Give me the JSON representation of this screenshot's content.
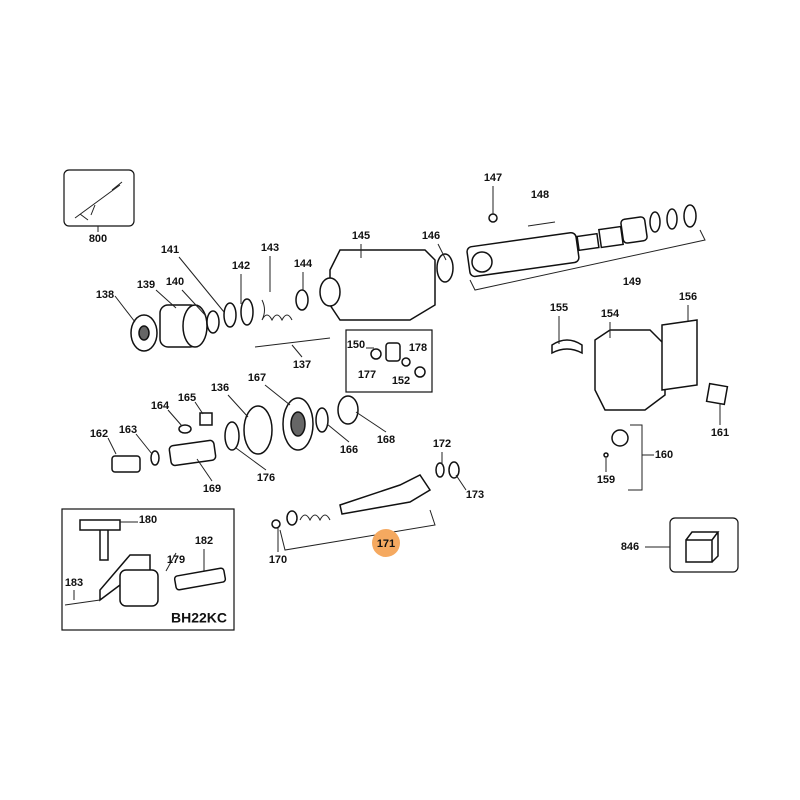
{
  "diagram": {
    "highlight_color": "#F5A960",
    "labels": {
      "p800": "800",
      "p147": "147",
      "p148": "148",
      "p145": "145",
      "p146": "146",
      "p141": "141",
      "p143": "143",
      "p142": "142",
      "p144": "144",
      "p149": "149",
      "p138": "138",
      "p139": "139",
      "p140": "140",
      "p155": "155",
      "p156": "156",
      "p154": "154",
      "p150": "150",
      "p178": "178",
      "p177": "177",
      "p152": "152",
      "p137": "137",
      "p136": "136",
      "p167": "167",
      "p165": "165",
      "p164": "164",
      "p162": "162",
      "p163": "163",
      "p169": "169",
      "p176": "176",
      "p166": "166",
      "p168": "168",
      "p172": "172",
      "p173": "173",
      "p171": "171",
      "p170": "170",
      "p160": "160",
      "p159": "159",
      "p161": "161",
      "p846": "846",
      "p180": "180",
      "p179": "179",
      "p182": "182",
      "p183": "183"
    },
    "kit_label": "BH22KC"
  }
}
